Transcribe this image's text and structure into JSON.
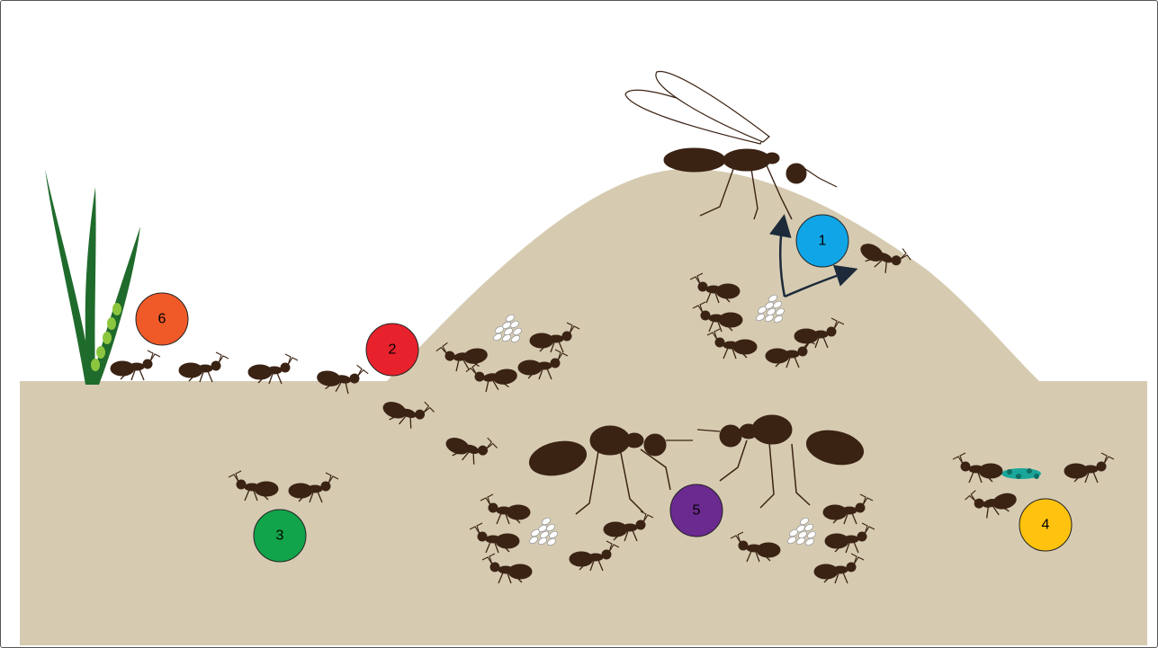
{
  "colors": {
    "soil": "#d6cbb1",
    "ant": "#3b2314",
    "grass": "#1f6b2c",
    "aphid": "#8cc63f",
    "egg": "#ffffff",
    "fungus": "#1aa59a",
    "arrow": "#1c2a3a"
  },
  "badges": [
    {
      "id": "badge-1",
      "label": "1",
      "color": "#10a5e6"
    },
    {
      "id": "badge-2",
      "label": "2",
      "color": "#e8222c"
    },
    {
      "id": "badge-3",
      "label": "3",
      "color": "#12a44a"
    },
    {
      "id": "badge-4",
      "label": "4",
      "color": "#ffc20e"
    },
    {
      "id": "badge-5",
      "label": "5",
      "color": "#6b2a8f"
    },
    {
      "id": "badge-6",
      "label": "6",
      "color": "#f05a28"
    }
  ]
}
